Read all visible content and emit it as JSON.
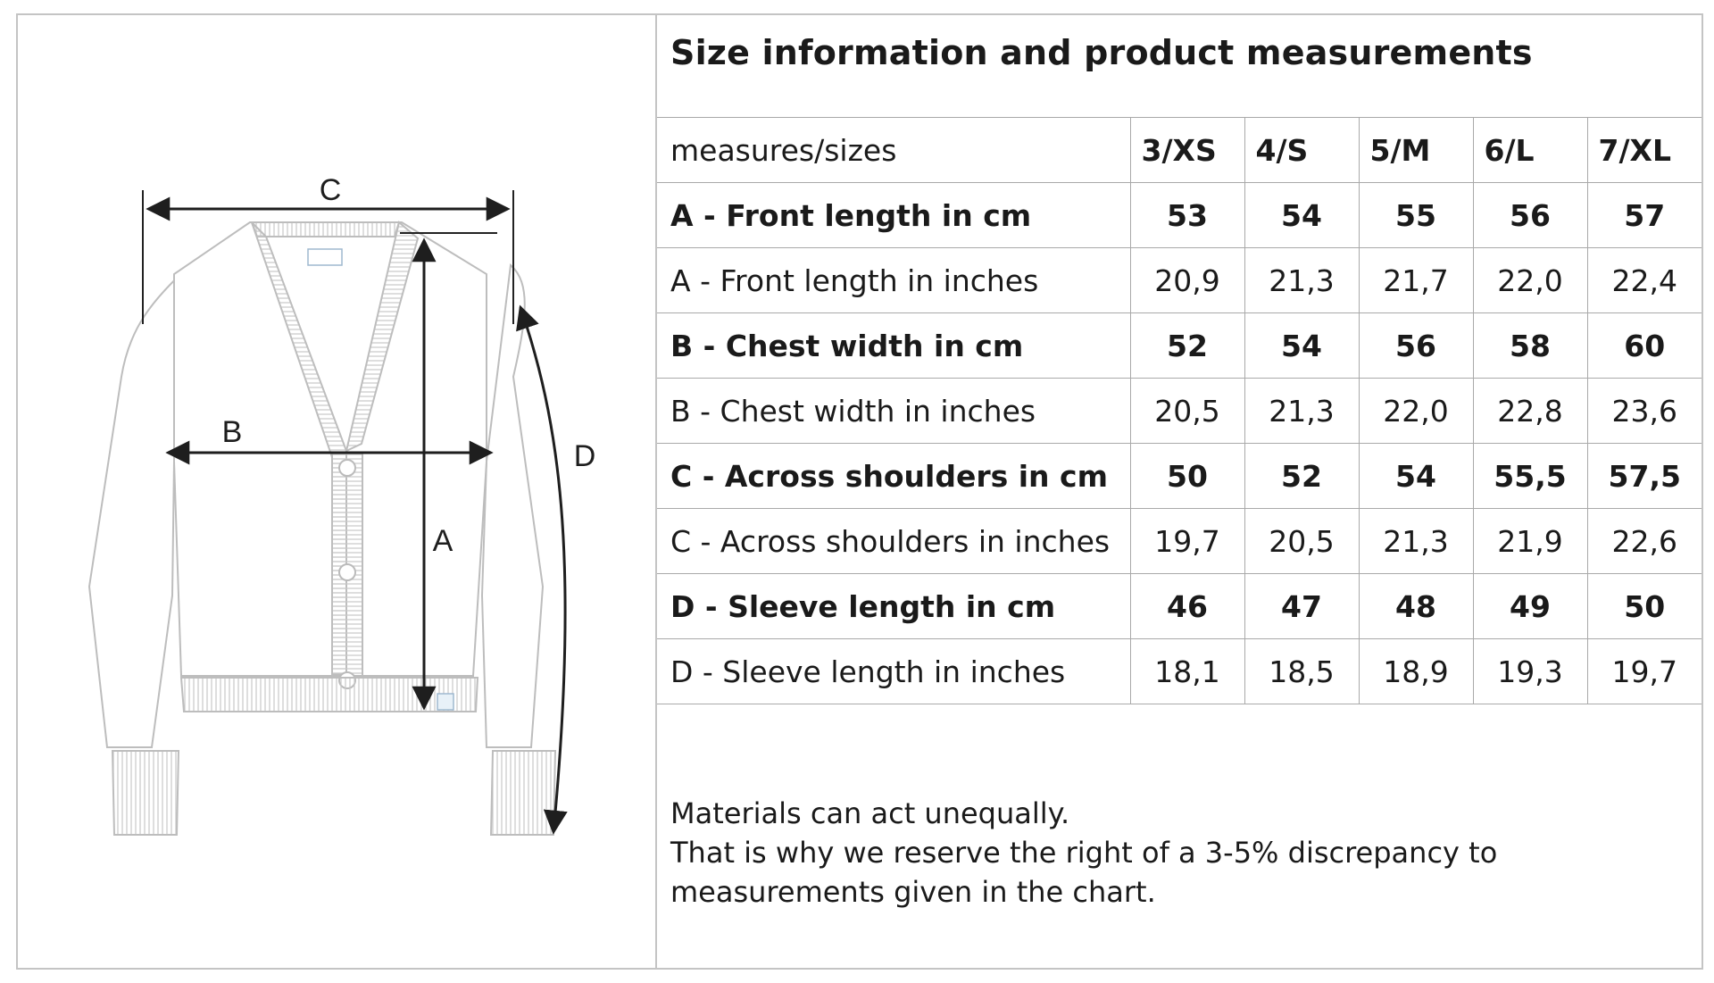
{
  "title": "Size information and product measurements",
  "diagram": {
    "labels": {
      "a": "A",
      "b": "B",
      "c": "C",
      "d": "D"
    }
  },
  "table": {
    "header_label": "measures/sizes",
    "sizes": [
      "3/XS",
      "4/S",
      "5/M",
      "6/L",
      "7/XL"
    ],
    "rows": [
      {
        "label": "A - Front length in cm",
        "bold": true,
        "values": [
          "53",
          "54",
          "55",
          "56",
          "57"
        ]
      },
      {
        "label": "A - Front length in inches",
        "bold": false,
        "values": [
          "20,9",
          "21,3",
          "21,7",
          "22,0",
          "22,4"
        ]
      },
      {
        "label": "B - Chest width in cm",
        "bold": true,
        "values": [
          "52",
          "54",
          "56",
          "58",
          "60"
        ]
      },
      {
        "label": "B - Chest width in inches",
        "bold": false,
        "values": [
          "20,5",
          "21,3",
          "22,0",
          "22,8",
          "23,6"
        ]
      },
      {
        "label": "C - Across shoulders in cm",
        "bold": true,
        "values": [
          "50",
          "52",
          "54",
          "55,5",
          "57,5"
        ]
      },
      {
        "label": "C - Across shoulders in inches",
        "bold": false,
        "values": [
          "19,7",
          "20,5",
          "21,3",
          "21,9",
          "22,6"
        ]
      },
      {
        "label": "D - Sleeve length in cm",
        "bold": true,
        "values": [
          "46",
          "47",
          "48",
          "49",
          "50"
        ]
      },
      {
        "label": "D - Sleeve length in inches",
        "bold": false,
        "values": [
          "18,1",
          "18,5",
          "18,9",
          "19,3",
          "19,7"
        ]
      }
    ]
  },
  "note": {
    "lines": [
      "Materials can act unequally.",
      "That is why we reserve the right of a 3-5% discrepancy to",
      "measurements given in the chart."
    ]
  }
}
